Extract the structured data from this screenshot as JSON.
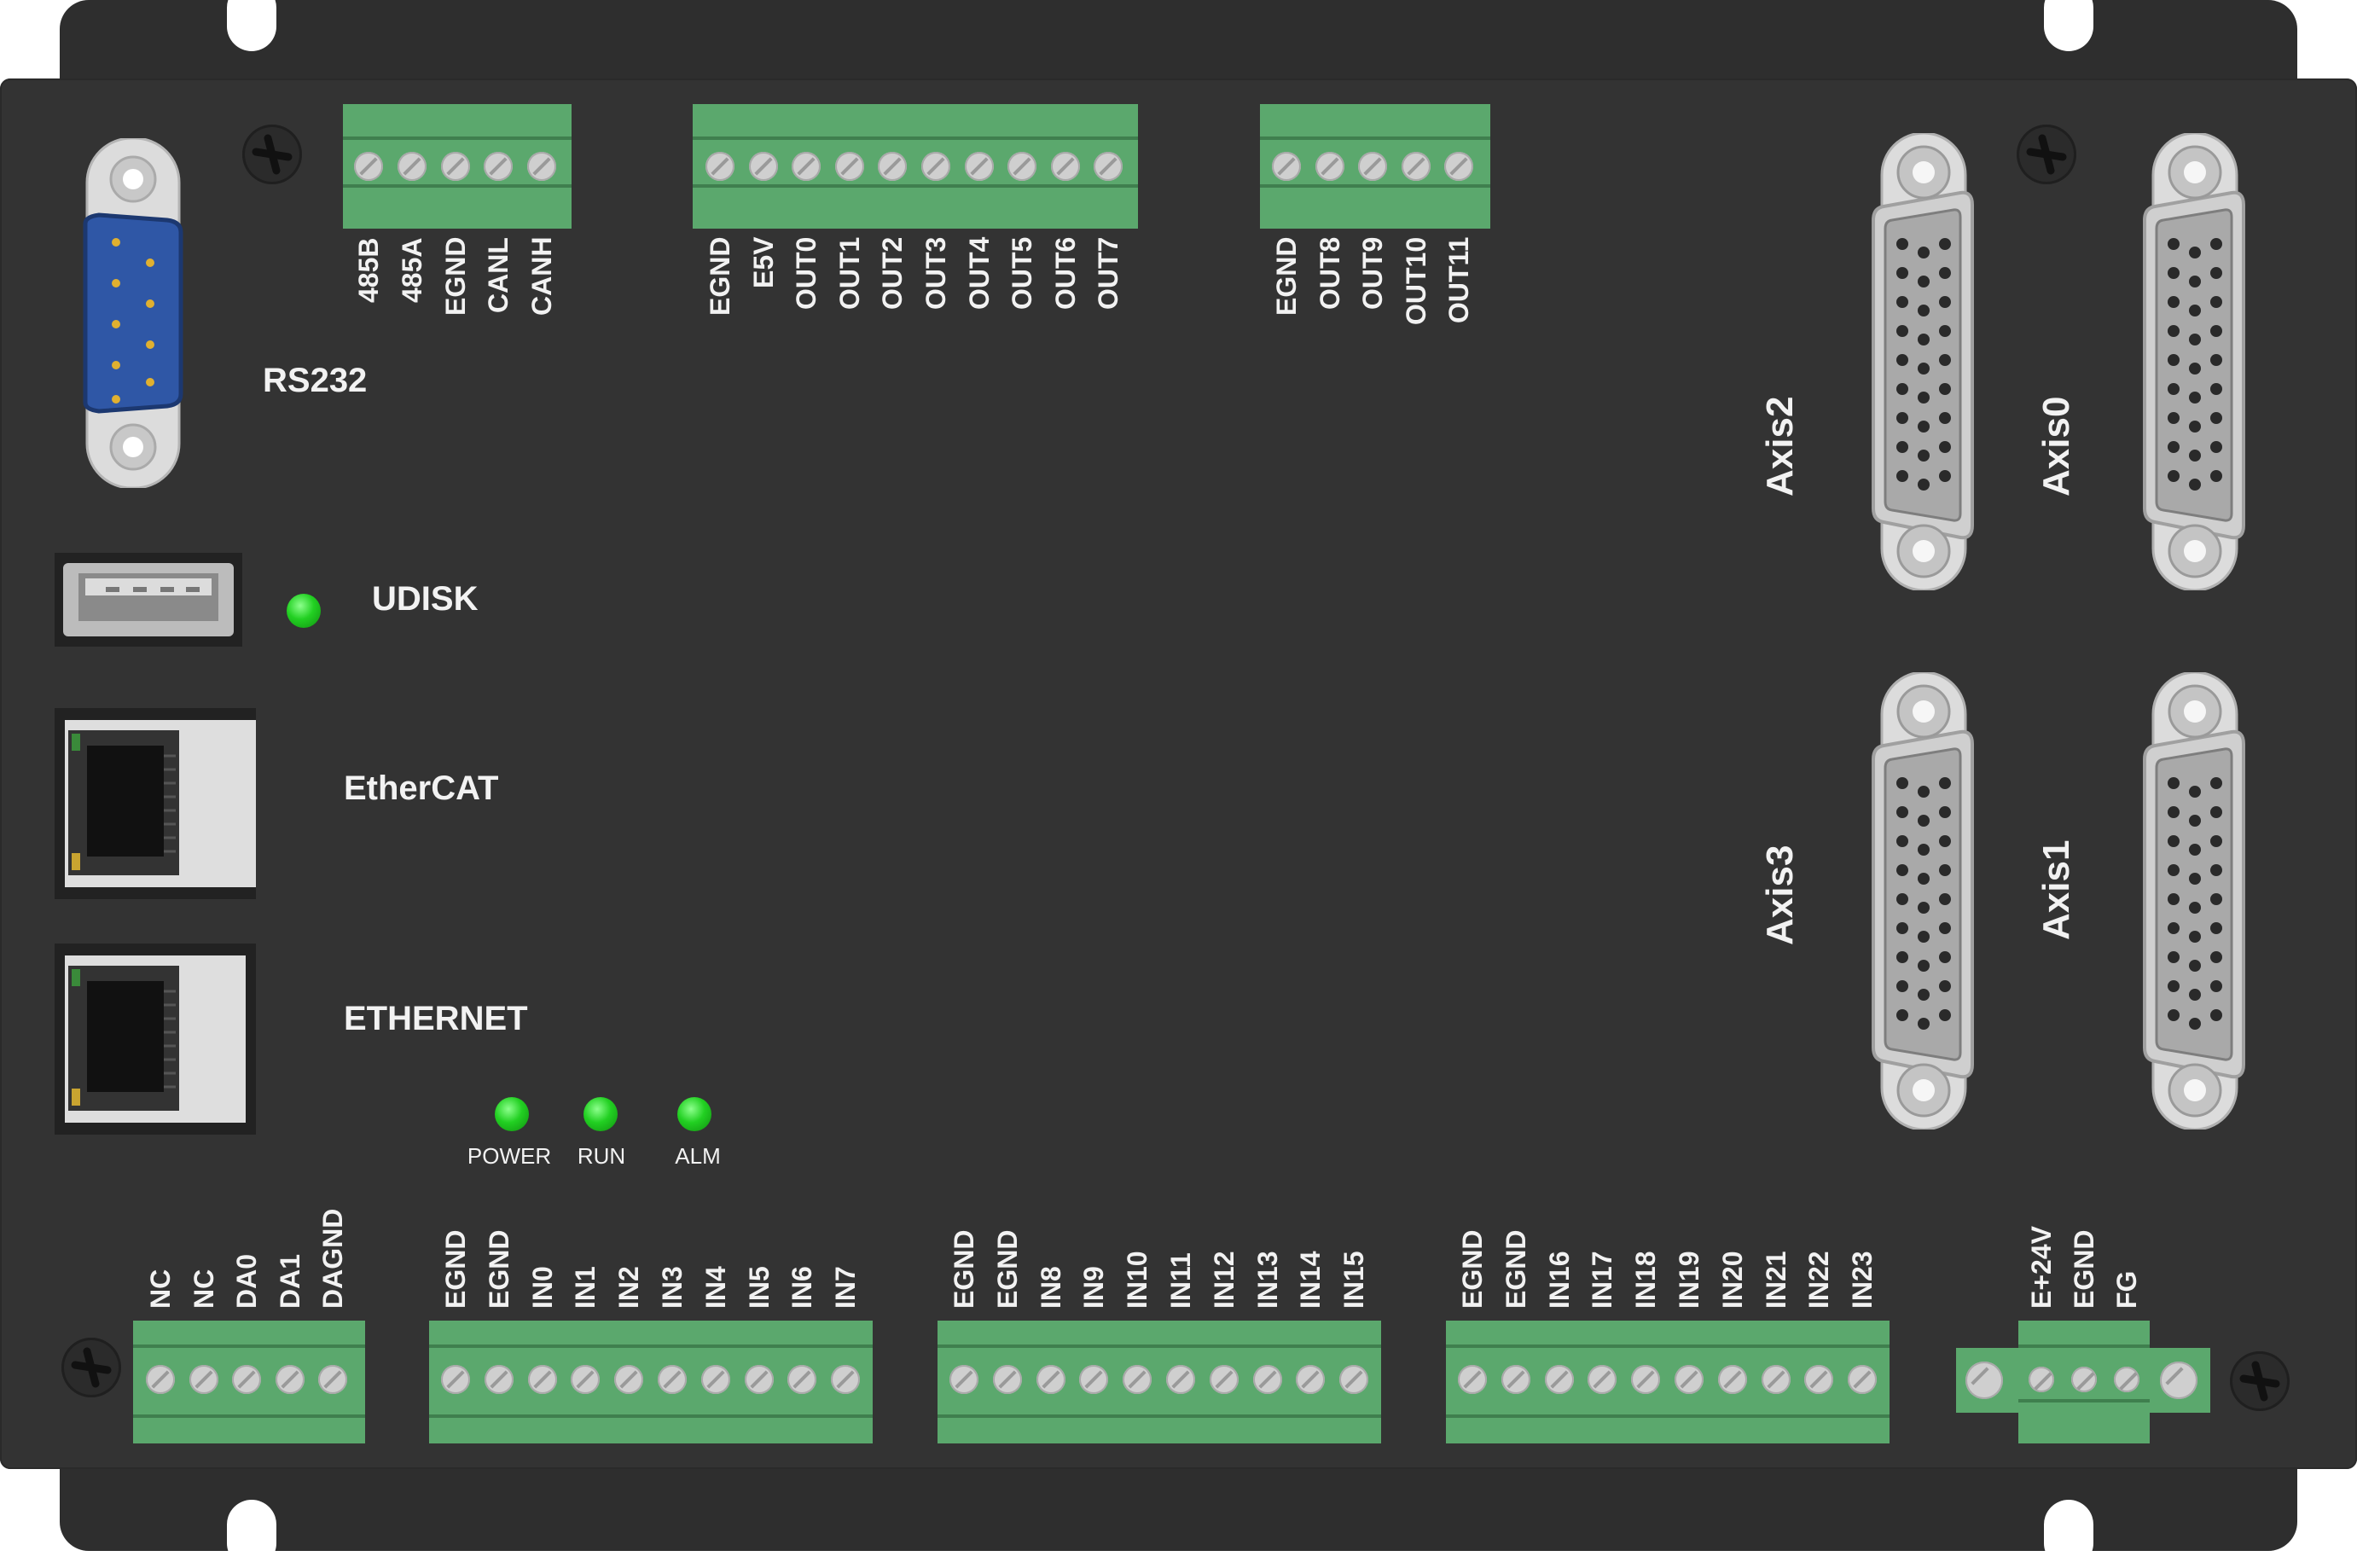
{
  "labels": {
    "rs232": "RS232",
    "udisk": "UDISK",
    "ethercat": "EtherCAT",
    "ethernet": "ETHERNET"
  },
  "axes": {
    "axis0": "Axis0",
    "axis1": "Axis1",
    "axis2": "Axis2",
    "axis3": "Axis3"
  },
  "leds": {
    "power": "POWER",
    "run": "RUN",
    "alm": "ALM"
  },
  "top_terminals": {
    "comm": [
      "485B",
      "485A",
      "EGND",
      "CANL",
      "CANH"
    ],
    "out_a": [
      "EGND",
      "E5V",
      "OUT0",
      "OUT1",
      "OUT2",
      "OUT3",
      "OUT4",
      "OUT5",
      "OUT6",
      "OUT7"
    ],
    "out_b": [
      "EGND",
      "OUT8",
      "OUT9",
      "OUT10",
      "OUT11"
    ]
  },
  "bottom_terminals": {
    "analog": [
      "NC",
      "NC",
      "DA0",
      "DA1",
      "DAGND"
    ],
    "in_a": [
      "EGND",
      "EGND",
      "IN0",
      "IN1",
      "IN2",
      "IN3",
      "IN4",
      "IN5",
      "IN6",
      "IN7"
    ],
    "in_b": [
      "EGND",
      "EGND",
      "IN8",
      "IN9",
      "IN10",
      "IN11",
      "IN12",
      "IN13",
      "IN14",
      "IN15"
    ],
    "in_c": [
      "EGND",
      "EGND",
      "IN16",
      "IN17",
      "IN18",
      "IN19",
      "IN20",
      "IN21",
      "IN22",
      "IN23"
    ],
    "power": [
      "E+24V",
      "EGND",
      "FG"
    ]
  },
  "colors": {
    "panel": "#333333",
    "terminal_green": "#5ba86d",
    "led_green": "#22d022",
    "db9_blue": "#2f57a6"
  }
}
